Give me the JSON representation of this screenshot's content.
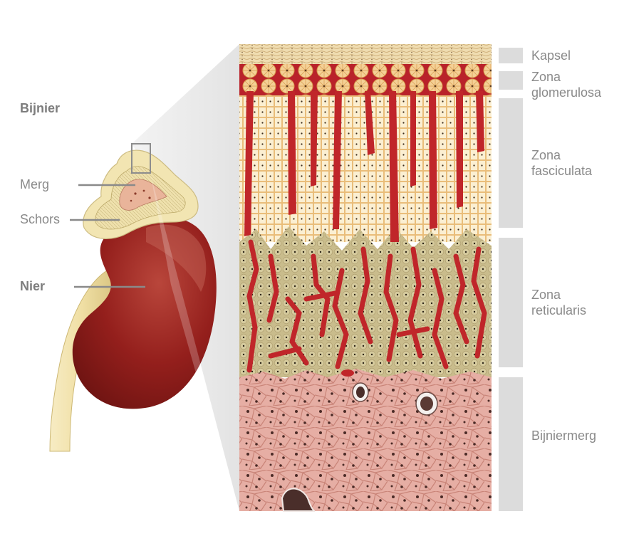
{
  "left_labels": {
    "adrenal": "Bijnier",
    "medulla": "Merg",
    "cortex": "Schors",
    "kidney": "Nier"
  },
  "zones": [
    {
      "id": "capsule",
      "lines": [
        "Kapsel"
      ]
    },
    {
      "id": "glomerulosa",
      "lines": [
        "Zona",
        "glomerulosa"
      ]
    },
    {
      "id": "fasciculata",
      "lines": [
        "Zona",
        "fasciculata"
      ]
    },
    {
      "id": "reticularis",
      "lines": [
        "Zona",
        "reticularis"
      ]
    },
    {
      "id": "medulla",
      "lines": [
        "Bijniermerg"
      ]
    }
  ],
  "colors": {
    "kidney": "#8e1f1c",
    "kidney_highlight": "#b44a3f",
    "ureter": "#f1e2ab",
    "adrenal_cortex": "#f3e6b4",
    "capsule": "#ead2a0",
    "glomerulosa": "#f2c98b",
    "fasciculata": "#fbeac4",
    "reticularis": "#c7b98a",
    "medulla_tissue": "#e7b3aa",
    "blood": "#c0262a",
    "label_gray": "#8a8a8a",
    "bar_gray": "#dcdcdc"
  }
}
